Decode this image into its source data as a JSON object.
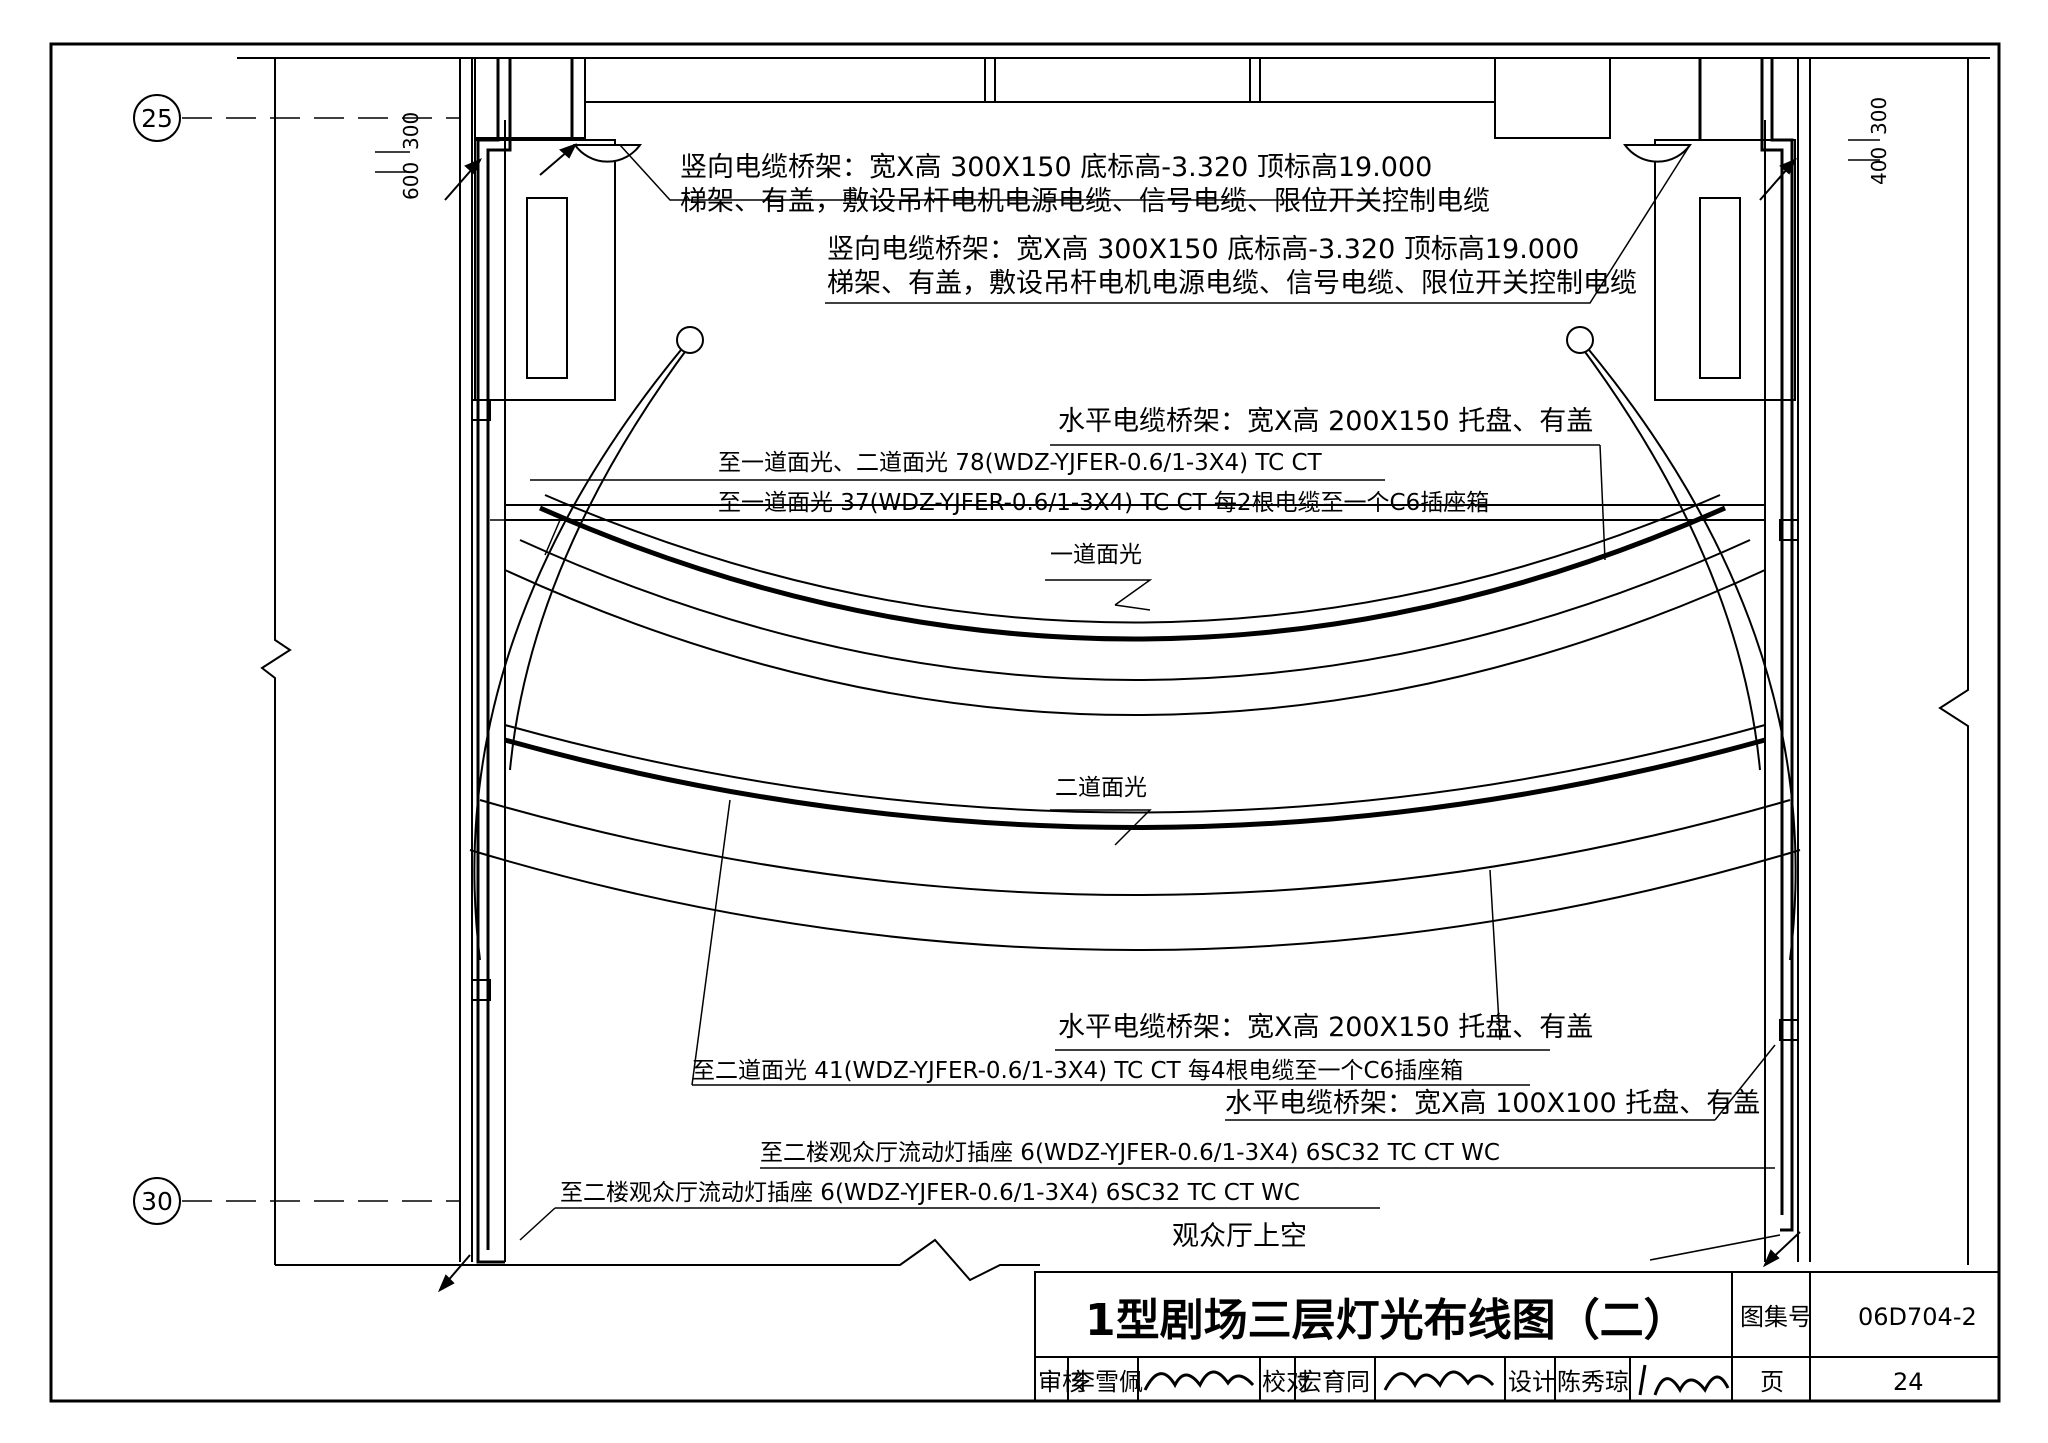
{
  "axes": {
    "axis_top": "25",
    "axis_bottom": "30"
  },
  "dimensions": {
    "left_600": "600",
    "left_300": "300",
    "right_400": "400",
    "right_300": "300"
  },
  "annotations": {
    "vertical_tray_left_line1": "竖向电缆桥架：宽X高  300X150  底标高-3.320  顶标高19.000",
    "vertical_tray_left_line2": "梯架、有盖，敷设吊杆电机电源电缆、信号电缆、限位开关控制电缆",
    "vertical_tray_right_line1": "竖向电缆桥架：宽X高  300X150  底标高-3.320  顶标高19.000",
    "vertical_tray_right_line2": "梯架、有盖，敷设吊杆电机电源电缆、信号电缆、限位开关控制电缆",
    "horizontal_tray_1": "水平电缆桥架：宽X高  200X150  托盘、有盖",
    "feed_front_1_2": "至一道面光、二道面光  78(WDZ-YJFER-0.6/1-3X4)  TC  CT",
    "feed_front_1": "至一道面光  37(WDZ-YJFER-0.6/1-3X4)  TC  CT  每2根电缆至一个C6插座箱",
    "front_light_1": "一道面光",
    "front_light_2": "二道面光",
    "horizontal_tray_2": "水平电缆桥架：宽X高  200X150  托盘、有盖",
    "feed_front_2": "至二道面光  41(WDZ-YJFER-0.6/1-3X4)  TC  CT  每4根电缆至一个C6插座箱",
    "horizontal_tray_3": "水平电缆桥架：宽X高  100X100  托盘、有盖",
    "mobile_socket_right": "至二楼观众厅流动灯插座  6(WDZ-YJFER-0.6/1-3X4)  6SC32  TC  CT  WC",
    "mobile_socket_left": "至二楼观众厅流动灯插座  6(WDZ-YJFER-0.6/1-3X4)  6SC32  TC  CT  WC",
    "auditorium_above": "观众厅上空"
  },
  "title_block": {
    "title": "1型剧场三层灯光布线图（二）",
    "atlas_label": "图集号",
    "atlas_no": "06D704-2",
    "review_label": "审核",
    "reviewer": "李雪佩",
    "check_label": "校对",
    "checker": "宏育同",
    "design_label": "设计",
    "designer": "陈秀琼",
    "page_label": "页",
    "page_no": "24"
  }
}
